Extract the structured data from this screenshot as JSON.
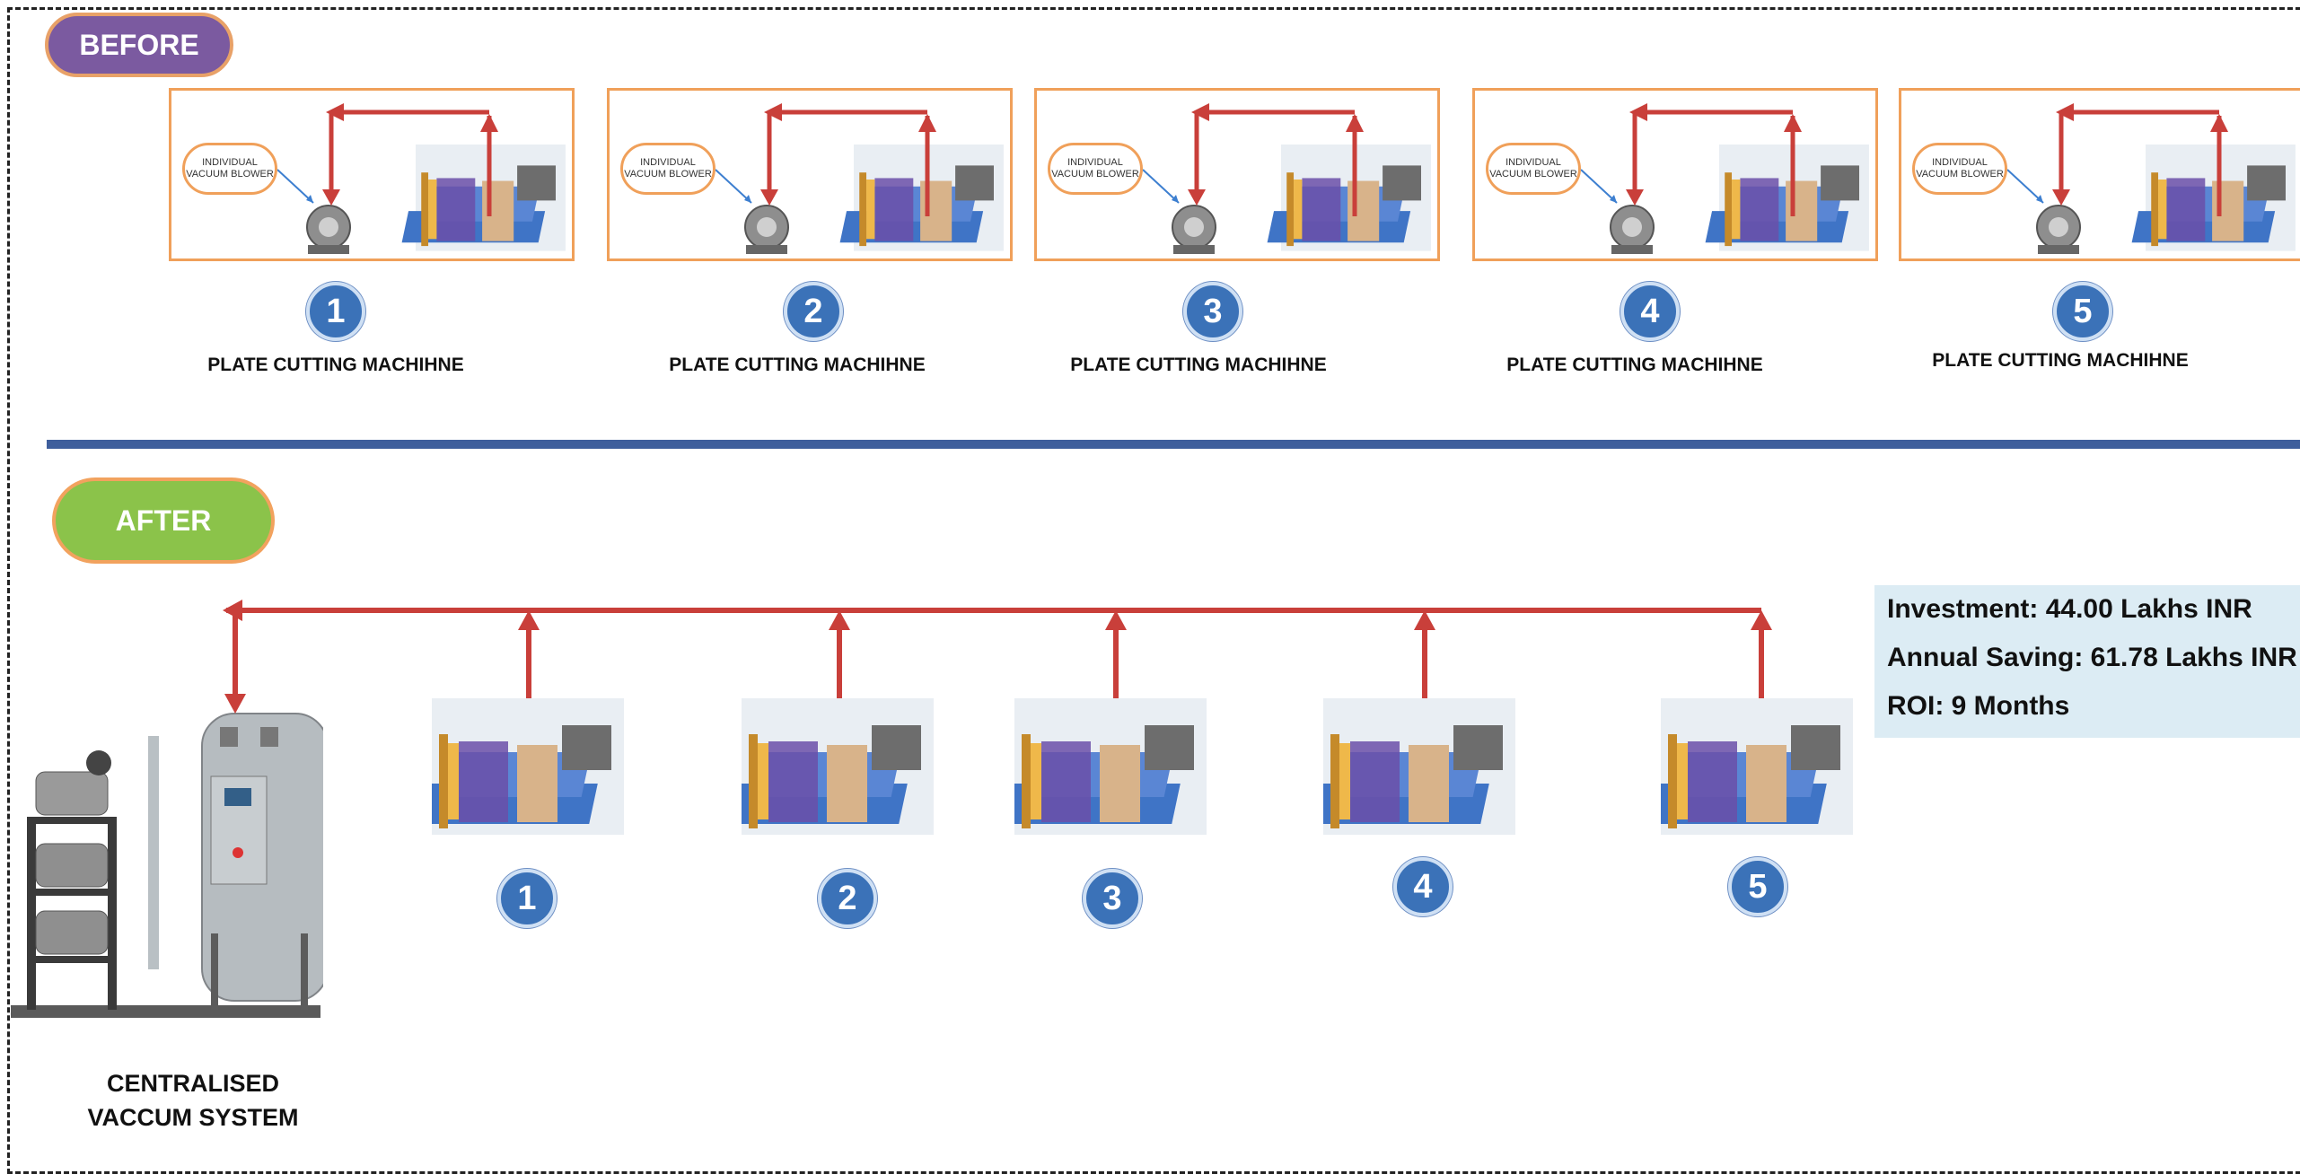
{
  "before": {
    "label": "BEFORE",
    "oval_text": "INDIVIDUAL VACUUM BLOWER",
    "machines": [
      {
        "number": "1",
        "caption": "PLATE CUTTING MACHIHNE"
      },
      {
        "number": "2",
        "caption": "PLATE CUTTING MACHIHNE"
      },
      {
        "number": "3",
        "caption": "PLATE CUTTING MACHIHNE"
      },
      {
        "number": "4",
        "caption": "PLATE CUTTING MACHIHNE"
      },
      {
        "number": "5",
        "caption": "PLATE CUTTING MACHIHNE"
      }
    ]
  },
  "after": {
    "label": "AFTER",
    "machines": [
      {
        "number": "1"
      },
      {
        "number": "2"
      },
      {
        "number": "3"
      },
      {
        "number": "4"
      },
      {
        "number": "5"
      }
    ],
    "central_caption_line1": "CENTRALISED",
    "central_caption_line2": "VACCUM SYSTEM"
  },
  "info": {
    "investment": "Investment: 44.00 Lakhs INR",
    "annual_saving": "Annual Saving: 61.78 Lakhs INR",
    "roi": "ROI: 9 Months"
  },
  "colors": {
    "before_pill": "#7b5aa0",
    "after_pill": "#8bc34a",
    "pill_border": "#f0a05a",
    "arrow_red": "#c93f3a",
    "badge_blue": "#3b72b8",
    "divider_blue": "#3e5e9c",
    "info_bg": "#dcecf4"
  }
}
